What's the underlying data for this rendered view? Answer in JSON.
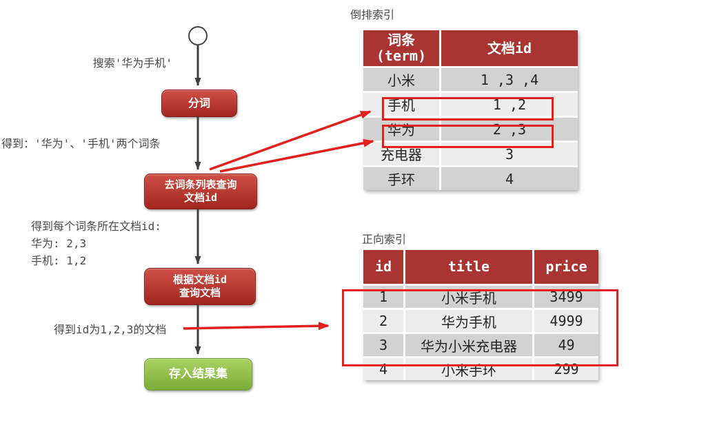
{
  "flowchart": {
    "steps": [
      {
        "label": "分词"
      },
      {
        "label": "去词条列表查询\n文档id"
      },
      {
        "label": "根据文档id\n查询文档"
      },
      {
        "label": "存入结果集"
      }
    ],
    "notes": [
      {
        "text": "搜索'华为手机'"
      },
      {
        "text": "得到：'华为'、'手机'两个词条"
      },
      {
        "text": "得到每个词条所在文档id:\n华为: 2,3\n手机: 1,2"
      },
      {
        "text": "得到id为1,2,3的文档"
      }
    ]
  },
  "inverted_index": {
    "title": "倒排索引",
    "headers": [
      "词条\n(term)",
      "文档id"
    ],
    "rows": [
      [
        "小米",
        "1 ,3 ,4"
      ],
      [
        "手机",
        "1 ,2"
      ],
      [
        "华为",
        "2 ,3"
      ],
      [
        "充电器",
        "3"
      ],
      [
        "手环",
        "4"
      ]
    ],
    "highlighted_terms": [
      "手机",
      "华为"
    ]
  },
  "forward_index": {
    "title": "正向索引",
    "headers": [
      "id",
      "title",
      "price"
    ],
    "rows": [
      [
        "1",
        "小米手机",
        "3499"
      ],
      [
        "2",
        "华为手机",
        "4999"
      ],
      [
        "3",
        "华为小米充电器",
        "49"
      ],
      [
        "4",
        "小米手环",
        "299"
      ]
    ],
    "highlighted_ids": [
      "1",
      "2",
      "3"
    ]
  },
  "colors": {
    "step-red-top": "#cf4f46",
    "step-red-bottom": "#a1261f",
    "step-green-top": "#a9d15f",
    "step-green-bottom": "#7dad3a",
    "table-header-red": "#a93431",
    "row-dark": "#d2d2d2",
    "row-light": "#ececec",
    "highlight-red": "#e3201b",
    "flow-arrow": "#3f3f3f",
    "label-gray": "#4a4a4a"
  }
}
